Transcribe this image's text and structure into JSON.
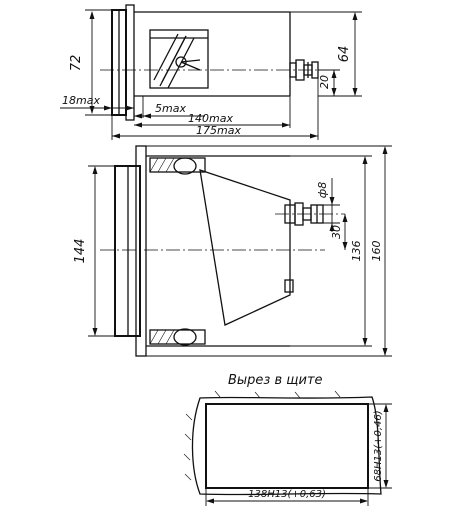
{
  "dimensions": {
    "top_view": {
      "height_72": "72",
      "height_64": "64",
      "offset_20": "20",
      "flange_18max": "18max",
      "depth_5max": "5max",
      "depth_140max": "140max",
      "depth_175max": "175max"
    },
    "front_view": {
      "height_144": "144",
      "height_136": "136",
      "height_160": "160",
      "diameter_8": "ф8",
      "offset_30": "30"
    },
    "cutout": {
      "title": "Вырез в щите",
      "width": "138H13(+0,63)",
      "height": "68H13(+0,46)"
    }
  }
}
